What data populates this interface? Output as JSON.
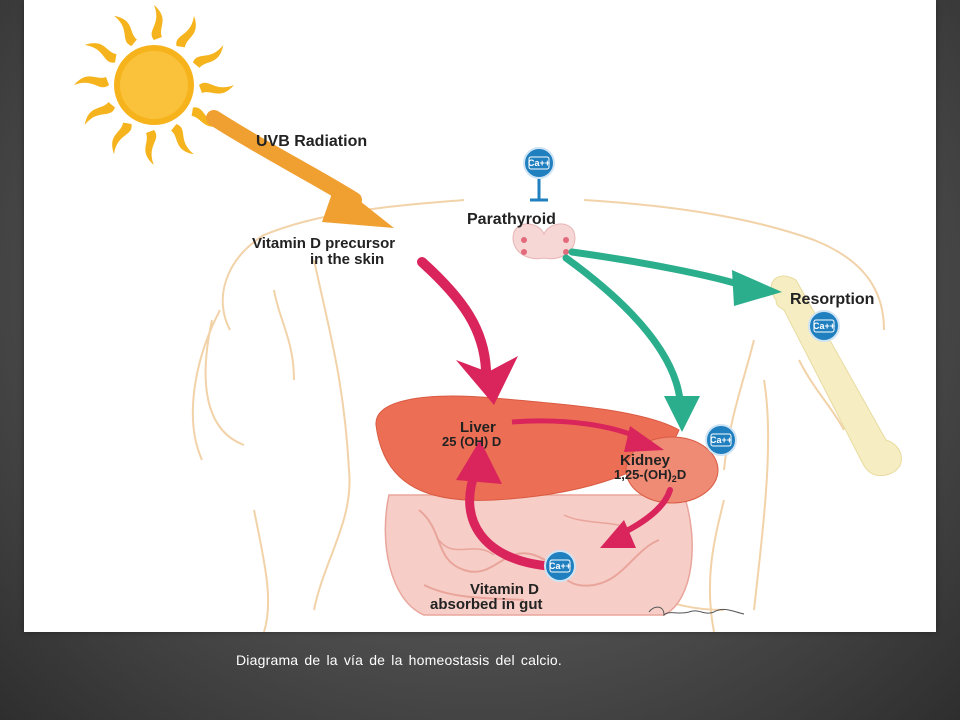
{
  "diagram": {
    "labels": {
      "uvb": "UVB Radiation",
      "precursor_line1": "Vitamin D precursor",
      "precursor_line2": "in the skin",
      "parathyroid": "Parathyroid",
      "resorption": "Resorption",
      "liver_line1": "Liver",
      "liver_line2": "25 (OH) D",
      "kidney_line1": "Kidney",
      "kidney_line2": "1,25-(OH)",
      "kidney_sub": "2",
      "kidney_tail": "D",
      "gut_line1": "Vitamin D",
      "gut_line2": "absorbed in gut"
    },
    "badge_text": "Ca++",
    "colors": {
      "sun": "#f5b41e",
      "uvb_arrow": "#f0a030",
      "magenta_arrow": "#d9245c",
      "green_arrow": "#2bae8c",
      "badge": "#1f7fbf",
      "organ": "#ec6f55",
      "bone": "#f6edc2",
      "intestine": "#f5c9c2"
    }
  },
  "caption": "Diagrama de la vía de la homeostasis del calcio."
}
